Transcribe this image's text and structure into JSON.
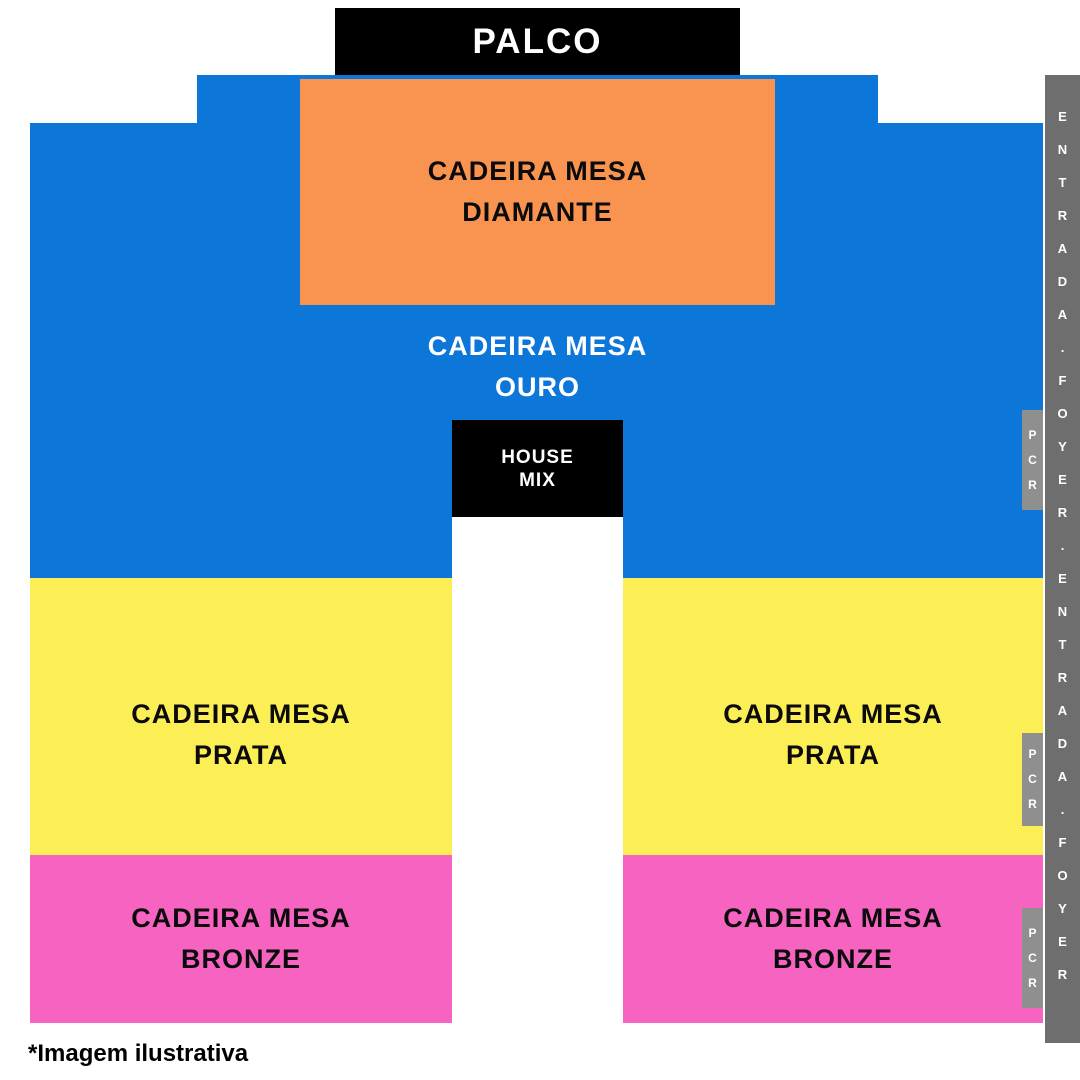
{
  "stage": {
    "label": "PALCO"
  },
  "sections": {
    "diamante": {
      "line1": "CADEIRA MESA",
      "line2": "DIAMANTE"
    },
    "ouro": {
      "line1": "CADEIRA MESA",
      "line2": "OURO"
    },
    "house_mix": {
      "line1": "HOUSE",
      "line2": "MIX"
    },
    "prata": {
      "line1": "CADEIRA MESA",
      "line2": "PRATA"
    },
    "bronze": {
      "line1": "CADEIRA MESA",
      "line2": "BRONZE"
    }
  },
  "side_bar": {
    "vertical_label": "ENTRADA.FOYER.ENTRADA.FOYER"
  },
  "pcr": {
    "label": "PCR"
  },
  "footer": {
    "note": "*Imagem ilustrativa"
  },
  "colors": {
    "stage": "#000000",
    "ouro": "#0d76d9",
    "diamante": "#f99350",
    "prata": "#fcee55",
    "bronze": "#f763c1",
    "entrance_bar": "#6e6e6e",
    "pcr_box": "#8f8f8f"
  }
}
